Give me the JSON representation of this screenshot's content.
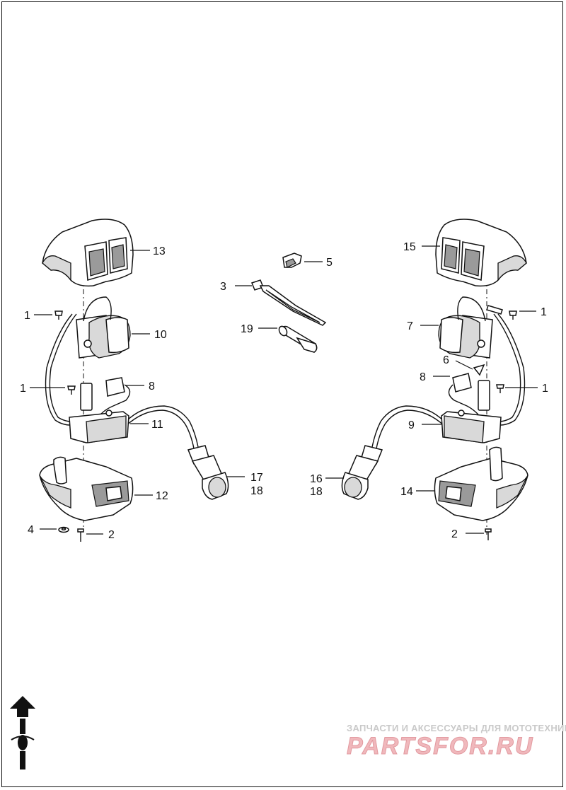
{
  "diagram": {
    "callouts": [
      {
        "id": "c13",
        "text": "13"
      },
      {
        "id": "c15",
        "text": "15"
      },
      {
        "id": "c5",
        "text": "5"
      },
      {
        "id": "c3",
        "text": "3"
      },
      {
        "id": "c19",
        "text": "19"
      },
      {
        "id": "c1a",
        "text": "1"
      },
      {
        "id": "c10",
        "text": "10"
      },
      {
        "id": "c1b",
        "text": "1"
      },
      {
        "id": "c8a",
        "text": "8"
      },
      {
        "id": "c11",
        "text": "11"
      },
      {
        "id": "c17",
        "text": "17"
      },
      {
        "id": "c18a",
        "text": "18"
      },
      {
        "id": "c12",
        "text": "12"
      },
      {
        "id": "c4",
        "text": "4"
      },
      {
        "id": "c2a",
        "text": "2"
      },
      {
        "id": "c1c",
        "text": "1"
      },
      {
        "id": "c7",
        "text": "7"
      },
      {
        "id": "c6",
        "text": "6"
      },
      {
        "id": "c8b",
        "text": "8"
      },
      {
        "id": "c1d",
        "text": "1"
      },
      {
        "id": "c9",
        "text": "9"
      },
      {
        "id": "c16",
        "text": "16"
      },
      {
        "id": "c18b",
        "text": "18"
      },
      {
        "id": "c14",
        "text": "14"
      },
      {
        "id": "c2b",
        "text": "2"
      }
    ]
  },
  "orientation_icon": "motorcycle-front-arrow-icon",
  "watermark": {
    "tagline": "ЗАПЧАСТИ И АКСЕССУАРЫ ДЛЯ МОТОТЕХНИКИ",
    "brand": "PARTSFOR.RU",
    "color": "#e29aa0"
  }
}
